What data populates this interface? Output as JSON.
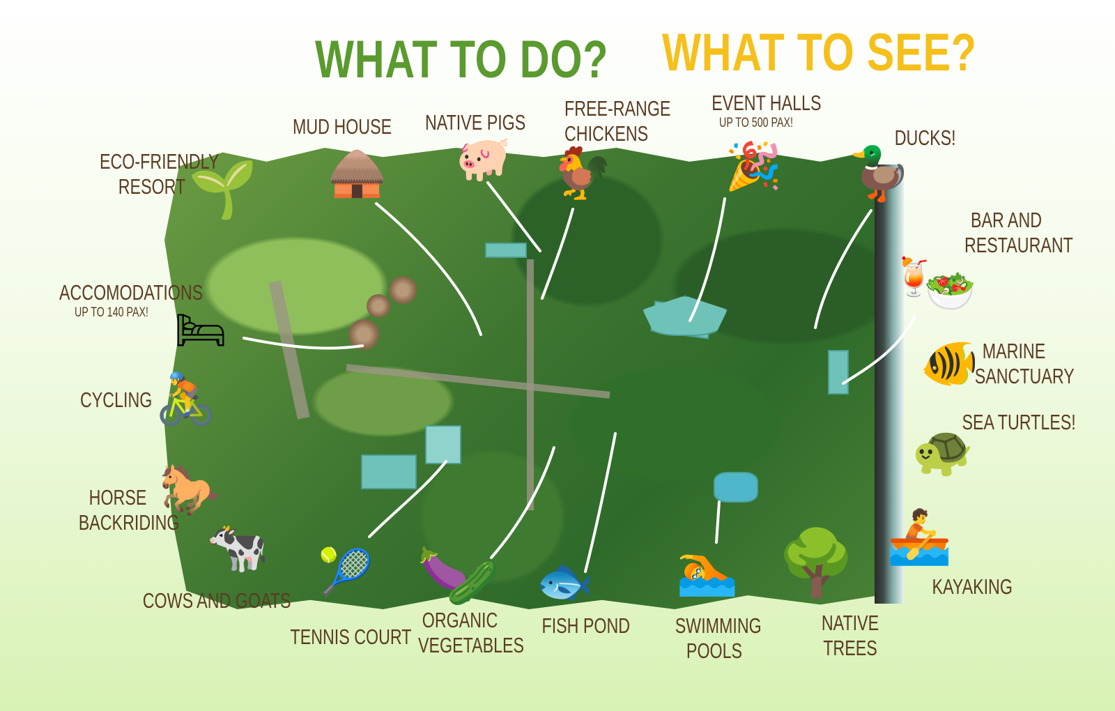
{
  "titles": {
    "what_to_do": "WHAT TO DO?",
    "what_to_see": "WHAT TO SEE?"
  },
  "labels": {
    "eco_friendly": [
      "ECO-FRIENDLY",
      "RESORT"
    ],
    "mud_house": "MUD HOUSE",
    "native_pigs": "NATIVE PIGS",
    "free_range": [
      "FREE-RANGE",
      "CHICKENS"
    ],
    "event_halls": "EVENT HALLS",
    "event_halls_sub": "UP TO 500 PAX!",
    "ducks": "DUCKS!",
    "bar_restaurant": [
      "BAR AND",
      "RESTAURANT"
    ],
    "accomodations": "ACCOMODATIONS",
    "accomodations_sub": "UP TO 140 PAX!",
    "cycling": "CYCLING",
    "marine_sanctuary": [
      "MARINE",
      "SANCTUARY"
    ],
    "sea_turtles": "SEA TURTLES!",
    "horse": [
      "HORSE",
      "BACKRIDING"
    ],
    "cows_goats": "COWS AND GOATS",
    "tennis": "TENNIS COURT",
    "organic": [
      "ORGANIC",
      "VEGETABLES"
    ],
    "fish_pond": "FISH POND",
    "swimming": [
      "SWIMMING",
      "POOLS"
    ],
    "native_trees": [
      "NATIVE",
      "TREES"
    ],
    "kayaking": "KAYAKING"
  },
  "icons": {
    "sprout": "🌱",
    "hut": "🛖",
    "pig": "🐖",
    "chicken": "🐓",
    "party": "🎉",
    "duck": "🦆",
    "cocktail": "🍹",
    "salad": "🥗",
    "bed": "🛏",
    "cyclist": "🚴",
    "fish_tropical": "🐠",
    "turtle": "🐢",
    "horse": "🐎",
    "cow": "🐄",
    "tennis": "🎾",
    "eggplant": "🍆",
    "cucumber": "🥒",
    "fish": "🐟",
    "swimmer": "🏊",
    "tree": "🌳",
    "kayak": "🚣"
  },
  "colors": {
    "do": "#5a9a2f",
    "see": "#f5c01c",
    "label": "#5a3b22"
  }
}
